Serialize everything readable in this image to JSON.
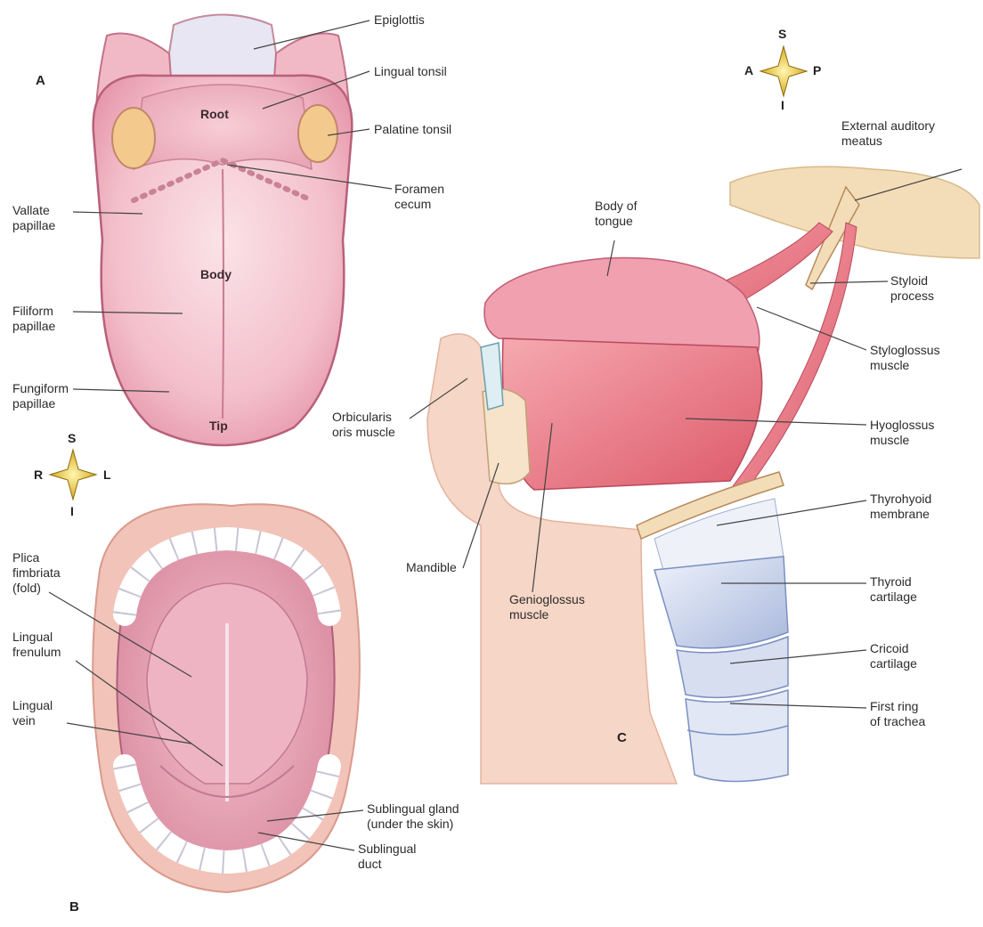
{
  "panels": {
    "a": "A",
    "b": "B",
    "c": "C"
  },
  "compass_a": {
    "s": "S",
    "i": "I",
    "r": "R",
    "l": "L"
  },
  "compass_c": {
    "s": "S",
    "i": "I",
    "a": "A",
    "p": "P"
  },
  "tongue_regions": {
    "root": "Root",
    "body": "Body",
    "tip": "Tip"
  },
  "labels_a": {
    "epiglottis": "Epiglottis",
    "lingual_tonsil": "Lingual tonsil",
    "palatine_tonsil": "Palatine tonsil",
    "foramen_cecum": "Foramen\ncecum",
    "vallate_papillae": "Vallate\npapillae",
    "filiform_papillae": "Filiform\npapillae",
    "fungiform_papillae": "Fungiform\npapillae"
  },
  "labels_b": {
    "plica_fimbriata": "Plica\nfimbriata\n(fold)",
    "lingual_frenulum": "Lingual\nfrenulum",
    "lingual_vein": "Lingual\nvein",
    "sublingual_gland": "Sublingual gland\n(under the skin)",
    "sublingual_duct": "Sublingual\nduct"
  },
  "labels_c": {
    "external_auditory_meatus": "External auditory\nmeatus",
    "body_of_tongue": "Body of\ntongue",
    "styloid_process": "Styloid\nprocess",
    "styloglossus_muscle": "Styloglossus\nmuscle",
    "orbicularis_oris": "Orbicularis\noris muscle",
    "hyoglossus_muscle": "Hyoglossus\nmuscle",
    "thyrohyoid_membrane": "Thyrohyoid\nmembrane",
    "mandible": "Mandible",
    "genioglossus_muscle": "Genioglossus\nmuscle",
    "thyroid_cartilage": "Thyroid\ncartilage",
    "cricoid_cartilage": "Cricoid\ncartilage",
    "first_ring_trachea": "First ring\nof trachea"
  }
}
